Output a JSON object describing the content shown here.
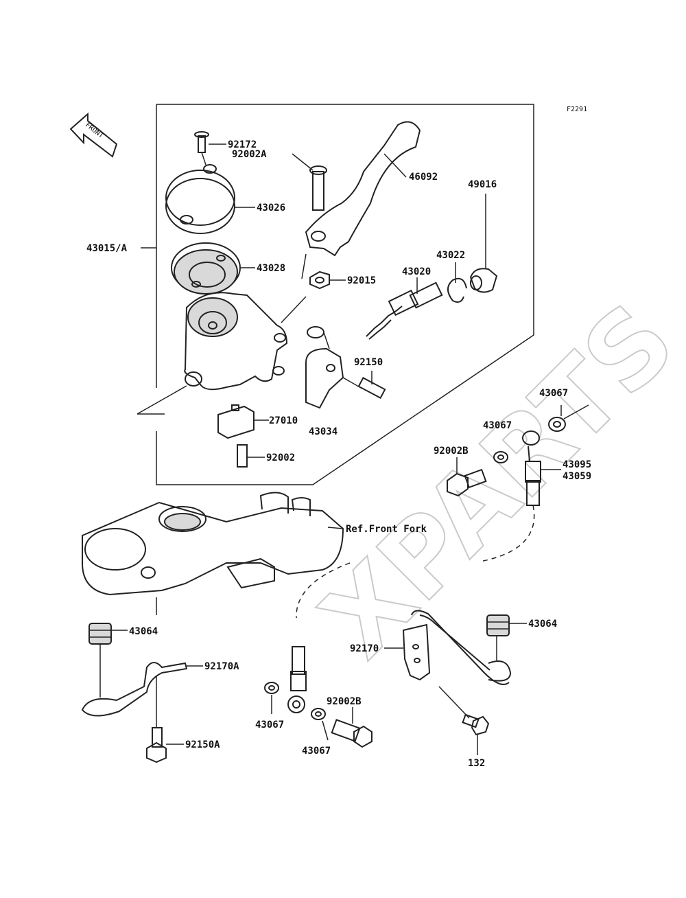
{
  "figure_code": "F2291",
  "front_label": "FRONT",
  "watermark": "XPARTS",
  "ref_note": "Ref.Front Fork",
  "labels": {
    "p92172": "92172",
    "p92002A": "92002A",
    "p46092": "46092",
    "p43026": "43026",
    "p43015A": "43015/A",
    "p43028": "43028",
    "p49016": "49016",
    "p43022": "43022",
    "p43020": "43020",
    "p92015": "92015",
    "p92150": "92150",
    "p27010": "27010",
    "p43034": "43034",
    "p92002": "92002",
    "p43067a": "43067",
    "p43067b": "43067",
    "p92002Ba": "92002B",
    "p43095": "43095",
    "p43059": "43059",
    "p43064a": "43064",
    "p92170A": "92170A",
    "p92150A": "92150A",
    "p43067c": "43067",
    "p92002Bb": "92002B",
    "p43067d": "43067",
    "p92170": "92170",
    "p43064b": "43064",
    "p132": "132"
  },
  "colors": {
    "line": "#222222",
    "shade": "#d9d9d9",
    "watermark": "#bdbdbd"
  }
}
